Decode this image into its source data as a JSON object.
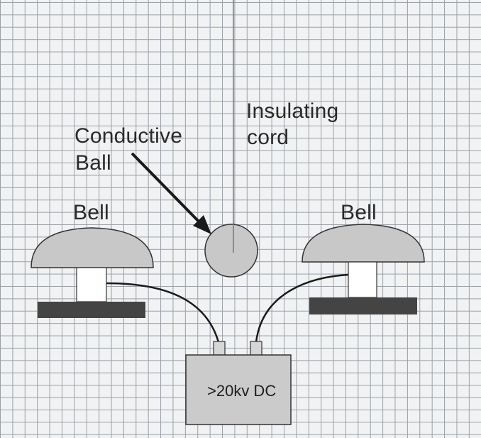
{
  "labels": {
    "conductive_ball": [
      "Conductive",
      "Ball"
    ],
    "insulating_cord": [
      "Insulating",
      "cord"
    ],
    "bell_left": "Bell",
    "bell_right": "Bell"
  },
  "power_supply": {
    "label": ">20kv DC"
  },
  "colors": {
    "paper": "#f1f2f3",
    "grid": "#9aa0a6",
    "bell_dome": "#c8c8c8",
    "base_plate": "#444444",
    "stand": "#ffffff",
    "ball": "#c8c8c8",
    "supply_box": "#cbcbcb",
    "wire": "#1a1a1a"
  }
}
